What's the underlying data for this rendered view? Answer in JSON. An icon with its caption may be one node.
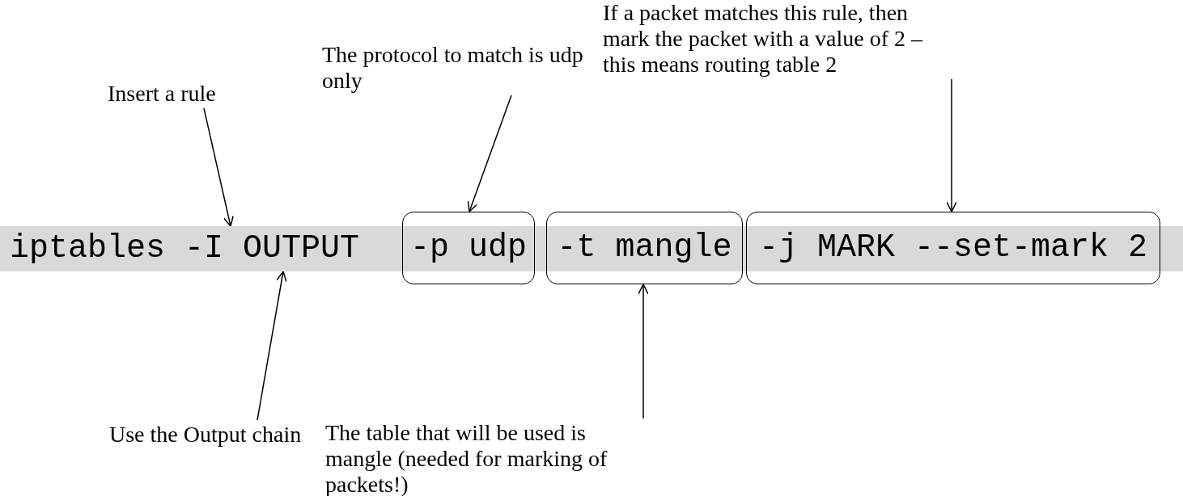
{
  "diagram": {
    "nodes": [
      {
        "text": [
          "iptables -I OUTPUT"
        ]
      },
      {
        "text": [
          "-p udp"
        ]
      },
      {
        "text": [
          "-t mangle"
        ]
      },
      {
        "text": [
          "-j MARK --set-mark 2"
        ]
      },
      {
        "text": [
          "Insert a rule"
        ]
      },
      {
        "text": [
          "Use the Output chain"
        ]
      },
      {
        "text": [
          "The protocol to match is udp only"
        ]
      },
      {
        "text": [
          "The table that will be used is mangle (needed for marking of packets!)"
        ]
      },
      {
        "text": [
          "If a packet matches this rule, then mark the packet with a value of 2 – this means routing table 2"
        ]
      }
    ],
    "edges": [
      {
        "from": 4,
        "to": 0,
        "arrow": "to"
      },
      {
        "from": 5,
        "to": 0,
        "arrow": "to"
      },
      {
        "from": 6,
        "to": 1,
        "arrow": "to"
      },
      {
        "from": 7,
        "to": 2,
        "arrow": "to"
      },
      {
        "from": 8,
        "to": 3,
        "arrow": "to"
      }
    ]
  }
}
